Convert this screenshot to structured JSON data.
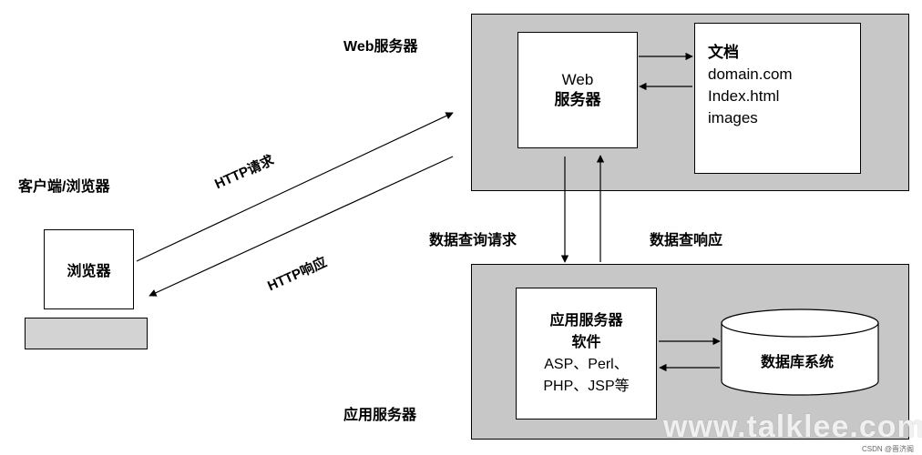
{
  "client": {
    "label": "客户端/浏览器",
    "browser_box": "浏览器"
  },
  "arrows": {
    "http_request": "HTTP请求",
    "http_response": "HTTP响应",
    "db_query_request": "数据查询请求",
    "db_query_response": "数据查响应"
  },
  "web_server": {
    "panel_label": "Web服务器",
    "inner_title_line1": "Web",
    "inner_title_line2": "服务器",
    "documents": {
      "heading": "文档",
      "items": [
        "domain.com",
        "Index.html",
        "images"
      ]
    }
  },
  "app_server": {
    "panel_label": "应用服务器",
    "software_lines": [
      "应用服务器",
      "软件",
      "ASP、Perl、",
      "PHP、JSP等"
    ],
    "database": "数据库系统"
  },
  "watermark": "www.talklee.com",
  "credit": "CSDN @晋济阁"
}
